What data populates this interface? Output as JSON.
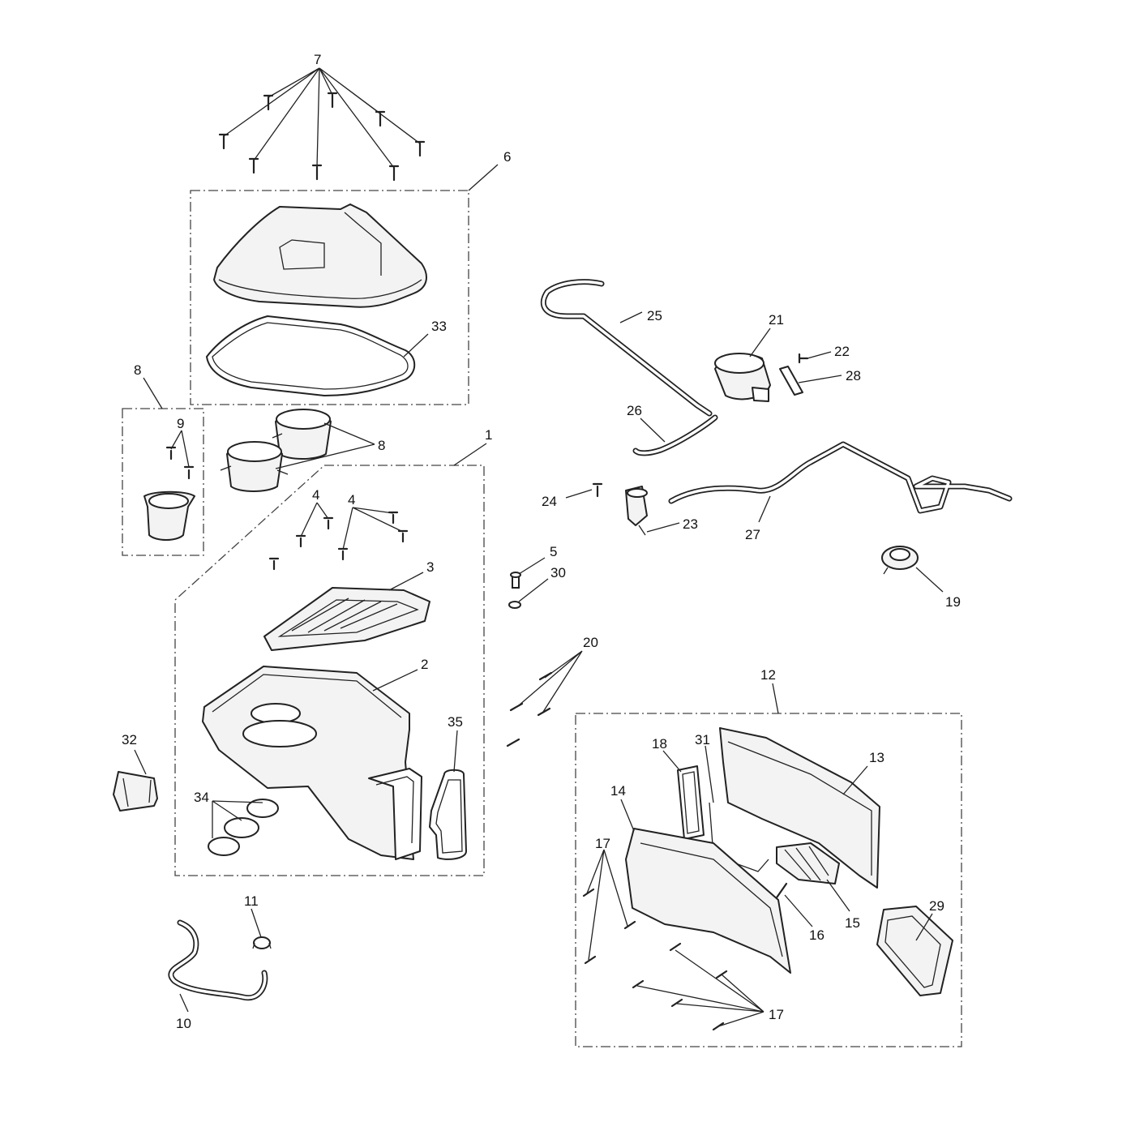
{
  "diagram": {
    "callouts": [
      "1",
      "2",
      "3",
      "4",
      "4",
      "5",
      "6",
      "7",
      "8",
      "8",
      "9",
      "10",
      "11",
      "12",
      "13",
      "14",
      "15",
      "16",
      "17",
      "17",
      "18",
      "19",
      "20",
      "21",
      "22",
      "23",
      "24",
      "25",
      "26",
      "27",
      "28",
      "29",
      "30",
      "31",
      "32",
      "33",
      "34",
      "35"
    ]
  },
  "colors": {
    "line": "#222222",
    "background": "#ffffff"
  }
}
